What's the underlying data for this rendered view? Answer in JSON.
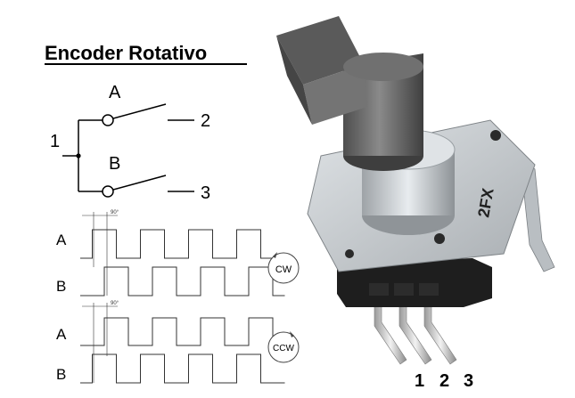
{
  "title": "Encoder Rotativo",
  "schematic": {
    "common_pin": "1",
    "switch_a": "A",
    "switch_b": "B",
    "pin_a": "2",
    "pin_b": "3"
  },
  "waveforms": {
    "cw": {
      "direction_label": "CW",
      "channel_a": "A",
      "channel_b": "B",
      "phase_label": "90°",
      "a_levels": [
        0,
        1,
        1,
        0,
        0,
        1,
        1,
        0,
        0,
        1,
        1,
        0,
        0,
        1,
        1,
        0,
        0
      ],
      "b_levels": [
        0,
        0,
        1,
        1,
        0,
        0,
        1,
        1,
        0,
        0,
        1,
        1,
        0,
        0,
        1,
        1,
        0
      ]
    },
    "ccw": {
      "direction_label": "CCW",
      "channel_a": "A",
      "channel_b": "B",
      "phase_label": "90°",
      "a_levels": [
        0,
        0,
        1,
        1,
        0,
        0,
        1,
        1,
        0,
        0,
        1,
        1,
        0,
        0,
        1,
        1,
        0
      ],
      "b_levels": [
        0,
        1,
        1,
        0,
        0,
        1,
        1,
        0,
        0,
        1,
        1,
        0,
        0,
        1,
        1,
        0,
        0
      ]
    }
  },
  "photo": {
    "pin_labels": [
      "1",
      "2",
      "3"
    ],
    "housing_marking": "2FX"
  },
  "colors": {
    "line": "#000000",
    "wave": "#333333",
    "shaft": "#6c6c6c",
    "metal": "#c9cdd0",
    "base": "#1e1e1e"
  }
}
